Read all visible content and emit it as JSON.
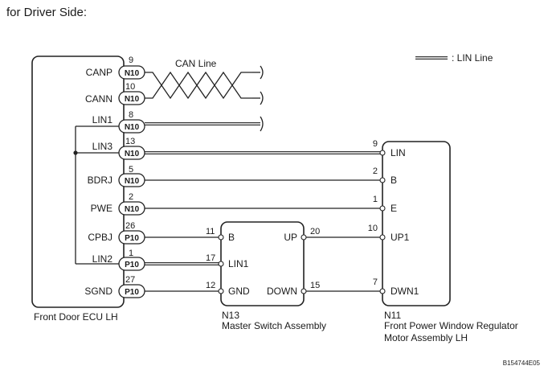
{
  "title": "for Driver Side:",
  "legend": {
    "label": ": LIN Line"
  },
  "can_line_label": "CAN Line",
  "ecu": {
    "name": "Front Door ECU LH",
    "terminals": [
      {
        "label": "CANP",
        "pin": "9",
        "connector": "N10"
      },
      {
        "label": "CANN",
        "pin": "10",
        "connector": "N10"
      },
      {
        "label": "LIN1",
        "pin": "8",
        "connector": "N10"
      },
      {
        "label": "LIN3",
        "pin": "13",
        "connector": "N10"
      },
      {
        "label": "BDRJ",
        "pin": "5",
        "connector": "N10"
      },
      {
        "label": "PWE",
        "pin": "2",
        "connector": "N10"
      },
      {
        "label": "CPBJ",
        "pin": "26",
        "connector": "P10"
      },
      {
        "label": "LIN2",
        "pin": "1",
        "connector": "P10"
      },
      {
        "label": "SGND",
        "pin": "27",
        "connector": "P10"
      }
    ]
  },
  "master_switch": {
    "code": "N13",
    "name": "Master Switch Assembly",
    "left_terminals": [
      {
        "label": "B",
        "pin": "11"
      },
      {
        "label": "LIN1",
        "pin": "17"
      },
      {
        "label": "GND",
        "pin": "12"
      }
    ],
    "right_terminals": [
      {
        "label": "UP",
        "pin": "20"
      },
      {
        "label": "DOWN",
        "pin": "15"
      }
    ]
  },
  "motor": {
    "code": "N11",
    "name_line1": "Front Power Window Regulator",
    "name_line2": "Motor Assembly LH",
    "terminals": [
      {
        "label": "LIN",
        "pin": "9"
      },
      {
        "label": "B",
        "pin": "2"
      },
      {
        "label": "E",
        "pin": "1"
      },
      {
        "label": "UP1",
        "pin": "10"
      },
      {
        "label": "DWN1",
        "pin": "7"
      }
    ]
  },
  "figure_id": "B154744E05"
}
